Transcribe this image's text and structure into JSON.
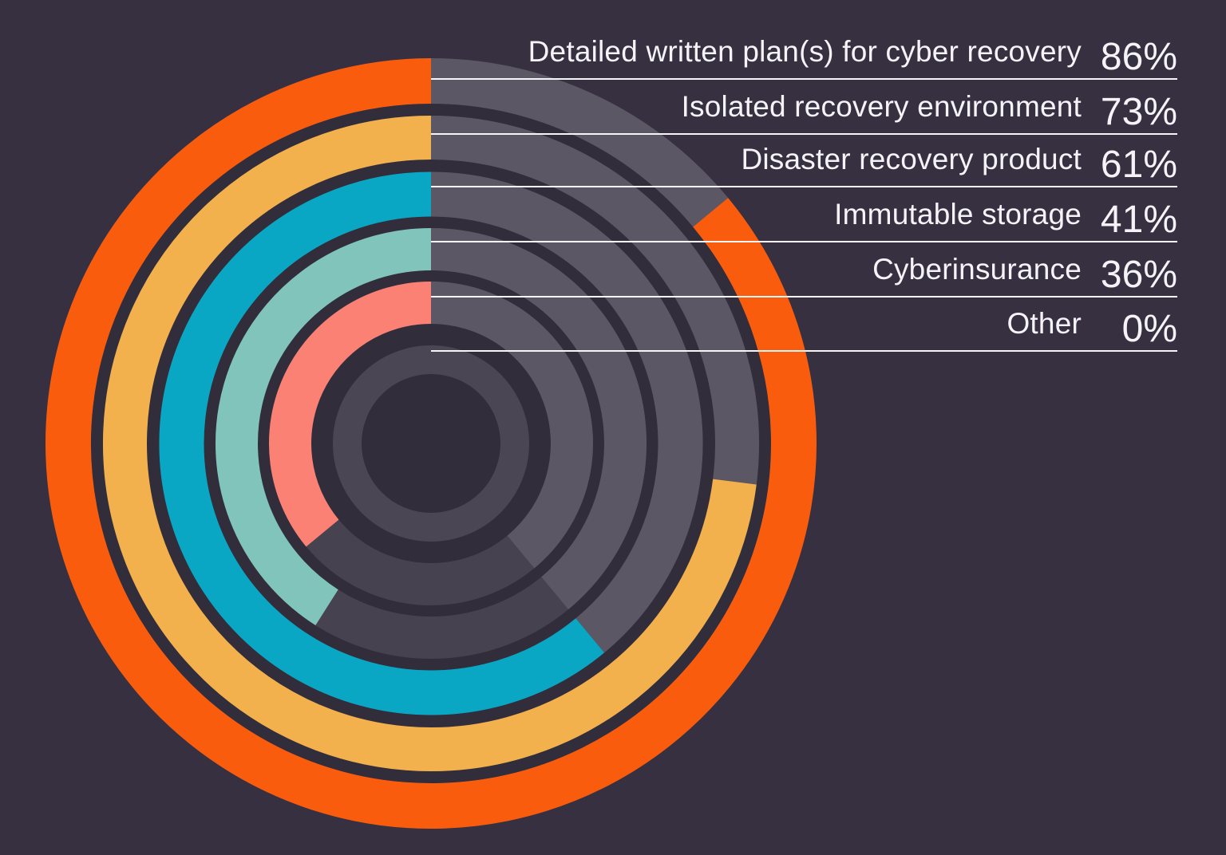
{
  "background_color": "#363040",
  "chart_data": {
    "type": "radial-bar",
    "title": "",
    "unit": "%",
    "direction": "counterclockwise",
    "start_position": "top",
    "categories": [
      "Detailed written plan(s) for cyber recovery",
      "Isolated recovery environment",
      "Disaster recovery product",
      "Immutable storage",
      "Cyberinsurance",
      "Other"
    ],
    "values": [
      86,
      73,
      61,
      41,
      36,
      0
    ],
    "value_labels": [
      "86%",
      "73%",
      "61%",
      "41%",
      "36%",
      "0%"
    ],
    "colors": [
      "#FA5C0E",
      "#F2B14D",
      "#0AA7C4",
      "#80C4BB",
      "#FB8174",
      "#4B4653"
    ],
    "track_color": "#474250",
    "track_highlight_color": "#5C5764",
    "zero_ring_color": "#4B4653",
    "chart_backing_color": "#322D3B",
    "legend_position": "right",
    "legend_line_color": "#F7F5F8",
    "text_color": "#F5F3F7",
    "legend_rows": [
      {
        "label": "Detailed written plan(s) for cyber recovery",
        "value": "86%"
      },
      {
        "label": "Isolated recovery environment",
        "value": "73%"
      },
      {
        "label": "Disaster recovery product",
        "value": "61%"
      },
      {
        "label": "Immutable storage",
        "value": "41%"
      },
      {
        "label": "Cyberinsurance",
        "value": "36%"
      },
      {
        "label": "Other",
        "value": "0%"
      }
    ]
  }
}
